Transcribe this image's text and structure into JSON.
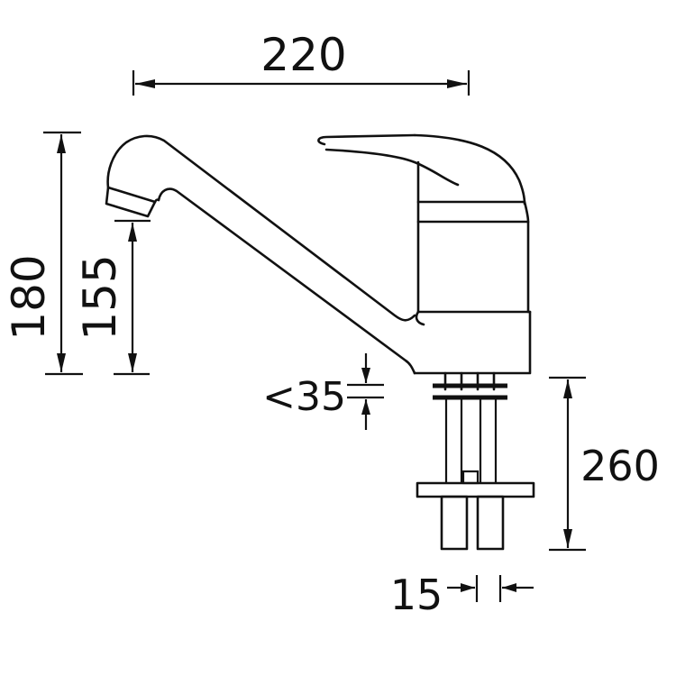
{
  "diagram": {
    "type": "technical-dimension-drawing",
    "subject": "single-lever mixer tap with swivel spout and tails",
    "line_color": "#111111",
    "background": "#ffffff",
    "dimensions": {
      "spout_reach": {
        "label": "220",
        "orientation": "horizontal"
      },
      "overall_height": {
        "label": "180",
        "orientation": "vertical"
      },
      "spout_outlet_height": {
        "label": "155",
        "orientation": "vertical"
      },
      "max_deck_thickness": {
        "label": "<35",
        "orientation": "vertical"
      },
      "tail_length": {
        "label": "260",
        "orientation": "vertical"
      },
      "tail_spacing": {
        "label": "15",
        "orientation": "horizontal"
      }
    }
  }
}
